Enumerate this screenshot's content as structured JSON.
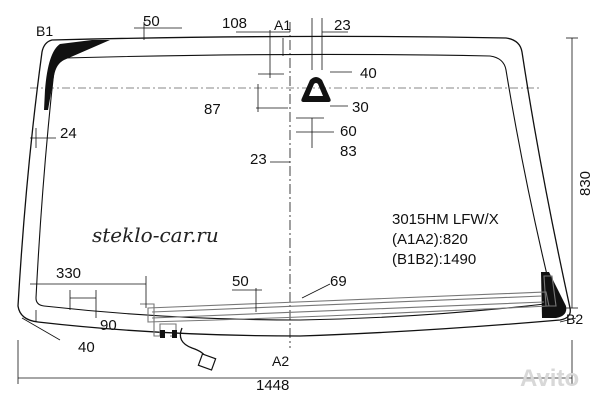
{
  "points": {
    "a1": "A1",
    "a2": "A2",
    "b1": "B1",
    "b2": "B2"
  },
  "dimensions": {
    "top_50": "50",
    "top_108": "108",
    "top_23": "23",
    "bracket_40": "40",
    "left_87": "87",
    "bracket_30": "30",
    "bracket_60": "60",
    "bracket_83": "83",
    "center_23": "23",
    "left_24": "24",
    "height_830": "830",
    "bottom_330": "330",
    "bottom_50": "50",
    "bottom_69": "69",
    "bottom_90": "90",
    "bottom_40": "40",
    "width_1448": "1448"
  },
  "part_info": {
    "code": "3015HM LFW/X",
    "a1a2": "(A1A2):820",
    "b1b2": "(B1B2):1490"
  },
  "site_label": "steklo-car.ru",
  "watermark": "Avito",
  "colors": {
    "outline": "#111111",
    "ceramic_band": "#111111",
    "heater": "#777777",
    "watermark": "#d8d8d8"
  }
}
